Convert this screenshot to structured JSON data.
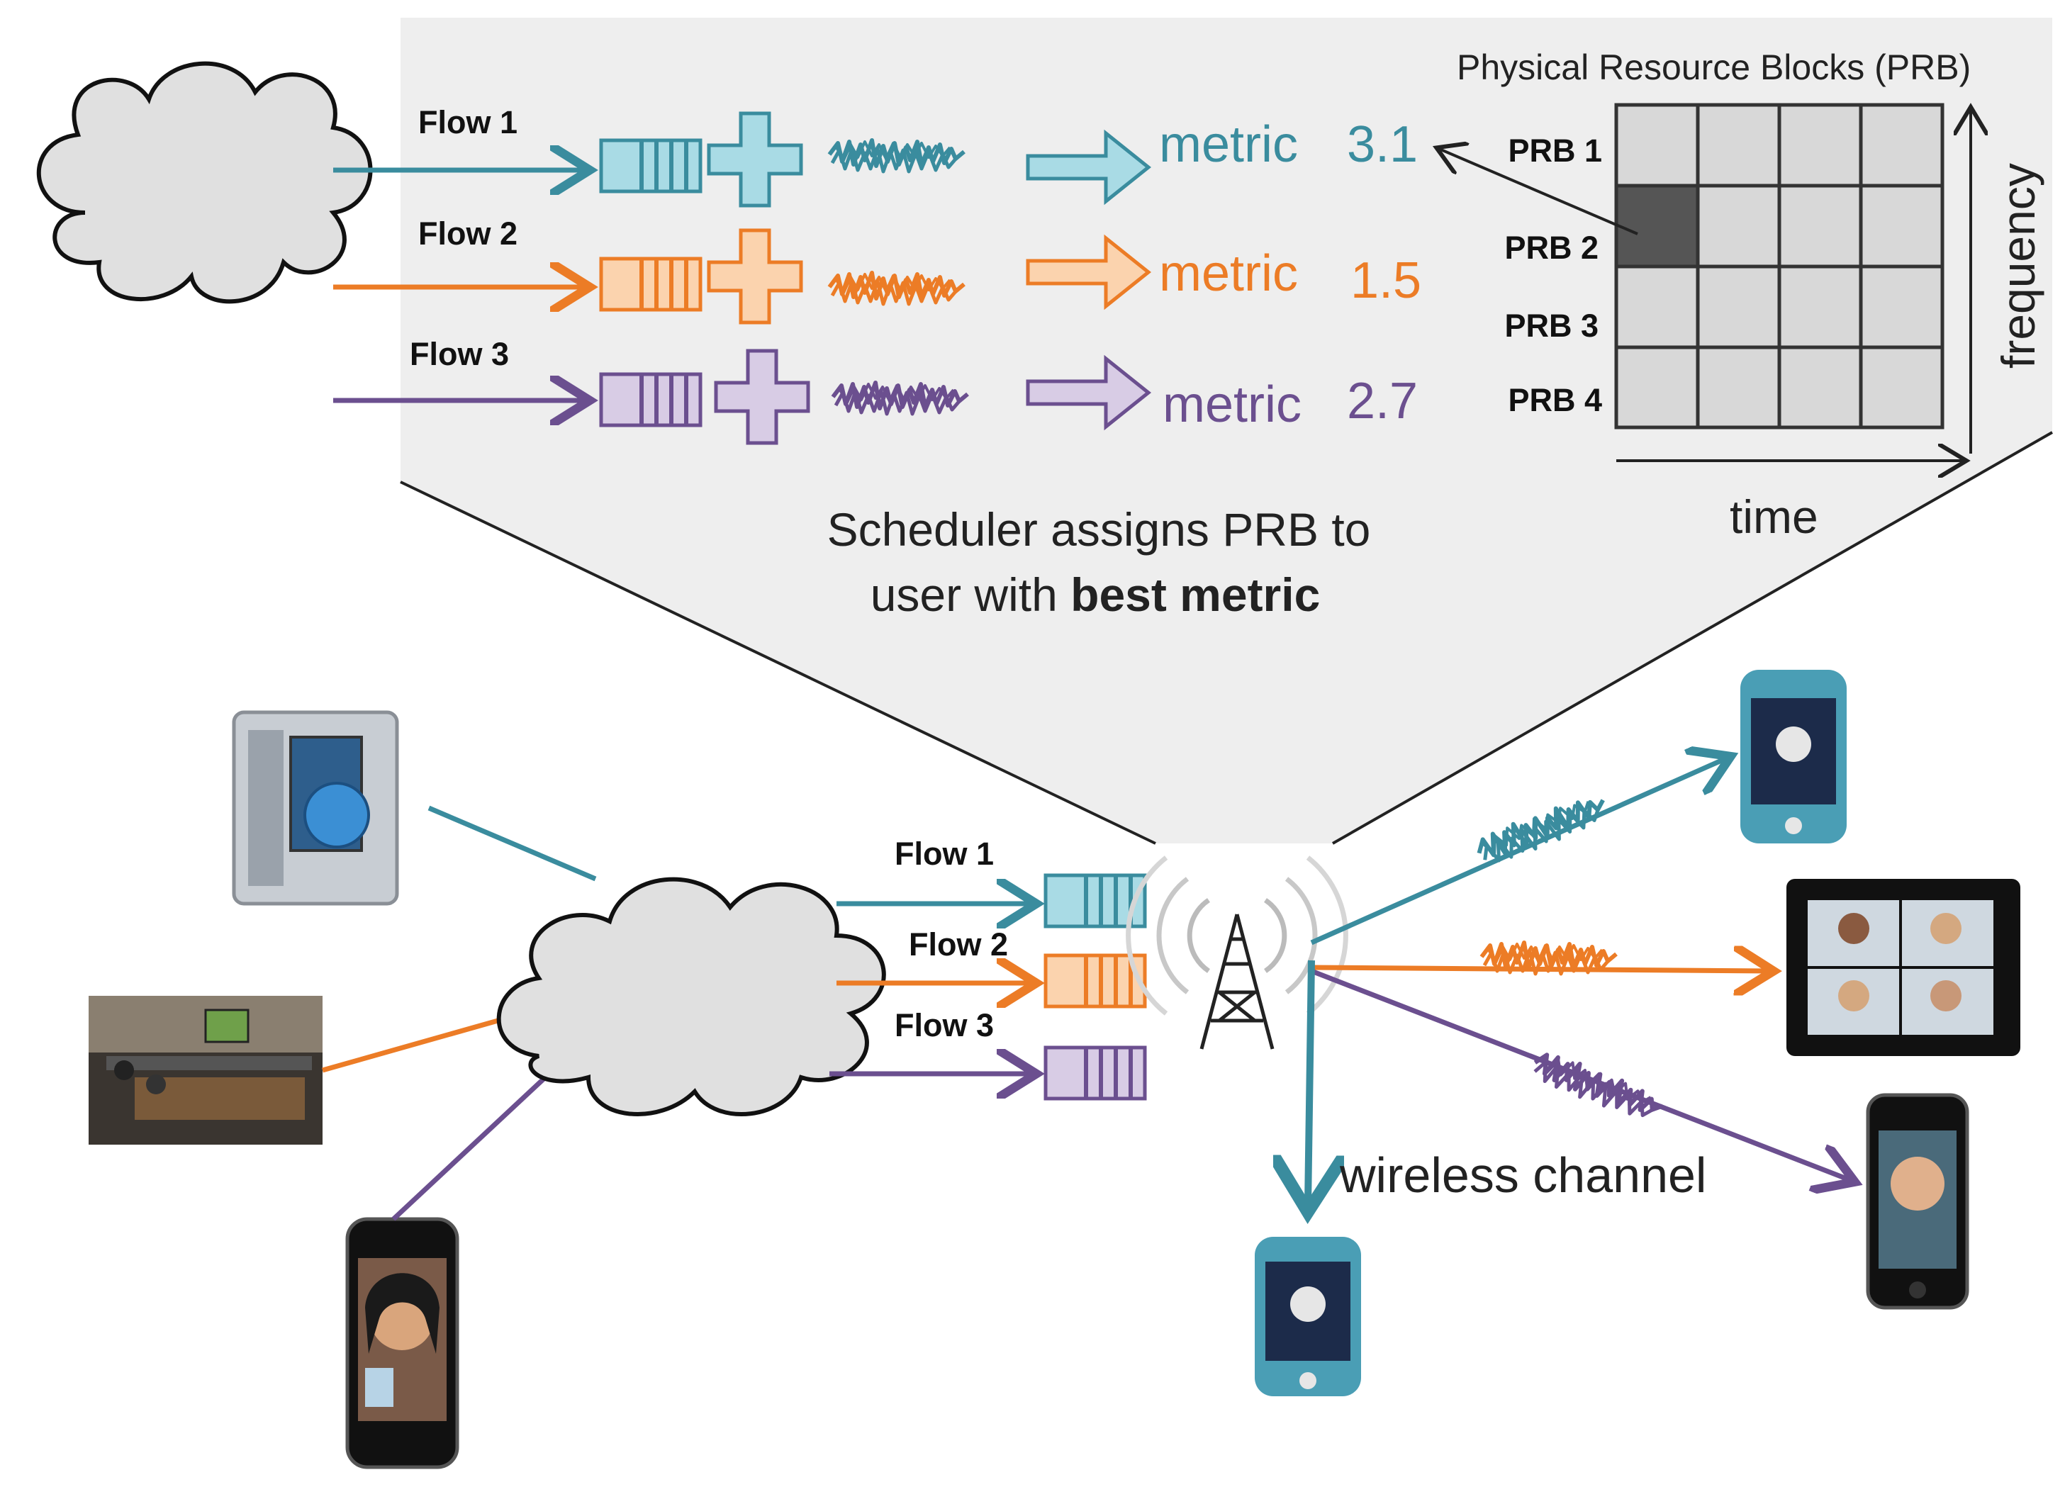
{
  "colors": {
    "flow1": "#3a8c9e",
    "flow2": "#ec7c26",
    "flow3": "#6b4f8f",
    "flow1_light": "#a9dbe5",
    "flow2_light": "#fbd3ae",
    "flow3_light": "#d8cce5",
    "panel": "#eeeeee",
    "grid_cell": "#d8d8d8",
    "grid_selected": "#555555"
  },
  "top_panel": {
    "flows": [
      {
        "label": "Flow 1",
        "metric_word": "metric",
        "metric_value": "3.1"
      },
      {
        "label": "Flow 2",
        "metric_word": "metric",
        "metric_value": "1.5"
      },
      {
        "label": "Flow 3",
        "metric_word": "metric",
        "metric_value": "2.7"
      }
    ],
    "prb_title": "Physical Resource Blocks (PRB)",
    "prb_rows": [
      "PRB 1",
      "PRB 2",
      "PRB 3",
      "PRB 4"
    ],
    "axis_time": "time",
    "axis_frequency": "frequency",
    "caption_line1": "Scheduler assigns PRB to",
    "caption_line2_prefix": "user with ",
    "caption_line2_bold": "best metric"
  },
  "bottom": {
    "flows": [
      "Flow 1",
      "Flow 2",
      "Flow 3"
    ],
    "wireless_label": "wireless channel"
  },
  "icons": {
    "source_cloud": "cloud-icon",
    "network_cloud": "cloud-icon",
    "media_server": "media-server-icon",
    "conference_room": "conference-room-photo",
    "source_phone": "smartphone-icon",
    "base_station": "cell-tower-icon",
    "receiver_phone_top": "smartphone-icon",
    "receiver_tablet": "tablet-icon",
    "receiver_iphone": "smartphone-icon",
    "receiver_phone_bottom": "smartphone-icon"
  }
}
